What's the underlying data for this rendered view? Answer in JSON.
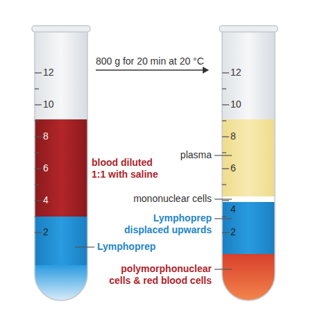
{
  "diagram": {
    "labels": [
      "800 g for 20 min at 20 °C",
      "12",
      "10",
      "8",
      "6",
      "4",
      "2",
      "blood diluted 1:1 with saline",
      "Lymphoprep",
      "12",
      "10",
      "8",
      "6",
      "4",
      "2",
      "plasma",
      "mononuclear cells",
      "Lymphoprep displaced upwards",
      "polymorphonuclear cells & red blood cells"
    ]
  }
}
